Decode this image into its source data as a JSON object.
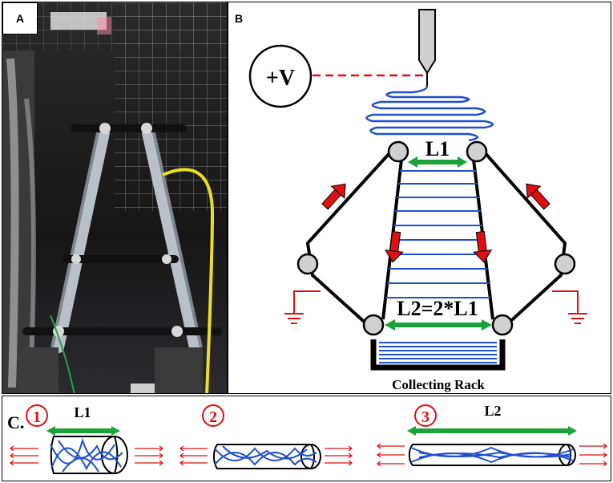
{
  "panels": {
    "a": {
      "label": "A"
    },
    "b": {
      "label": "B",
      "voltage": "+V",
      "l1": "L1",
      "l2": "L2=2*L1",
      "rack": "Collecting Rack"
    },
    "c": {
      "label": "C.",
      "steps": [
        {
          "number": "1",
          "length": "L1"
        },
        {
          "number": "2",
          "length": ""
        },
        {
          "number": "3",
          "length": "L2"
        }
      ]
    }
  },
  "colors": {
    "fiber": "#1f4fd0",
    "arrow_red": "#e01010",
    "arrow_green": "#1aa33a",
    "wire_red": "#e01010",
    "roller": "#d0d0d0"
  }
}
